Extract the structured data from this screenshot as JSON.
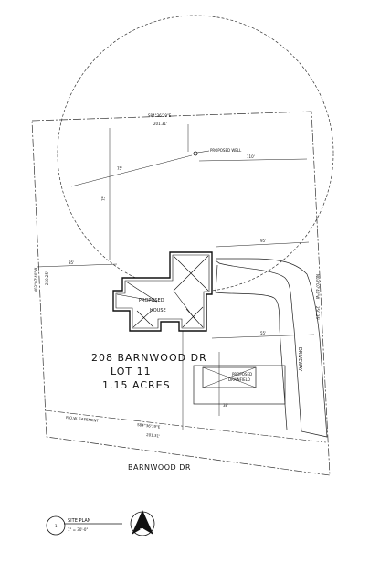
{
  "site": {
    "address": "208 BARNWOOD DR",
    "lot": "LOT 11",
    "acres": "1.15 ACRES"
  },
  "street": {
    "name": "BARNWOOD DR"
  },
  "house": {
    "label_line1": "PROPOSED",
    "label_line2": "HOUSE"
  },
  "well": {
    "label": "PROPOSED WELL"
  },
  "drainfield": {
    "label_line1": "PROPOSED",
    "label_line2": "DRAINFIELD"
  },
  "driveway": {
    "label": "DRIVEWAY"
  },
  "easement": {
    "label": "R.O.W. EASEMENT"
  },
  "bearings": {
    "north": "S84°36'19\"E",
    "north_dist": "201.31'",
    "south": "S84°36'19\"E",
    "south_dist": "201.31'",
    "west": "N03°07'40\"W",
    "west_dist": "250.25'",
    "east": "N03°07'40\"W",
    "east_dist": "250.25'"
  },
  "title": {
    "number": "1",
    "label": "SITE PLAN",
    "scale": "1\" = 30'-0\""
  },
  "north_arrow": {
    "letter": "N"
  }
}
